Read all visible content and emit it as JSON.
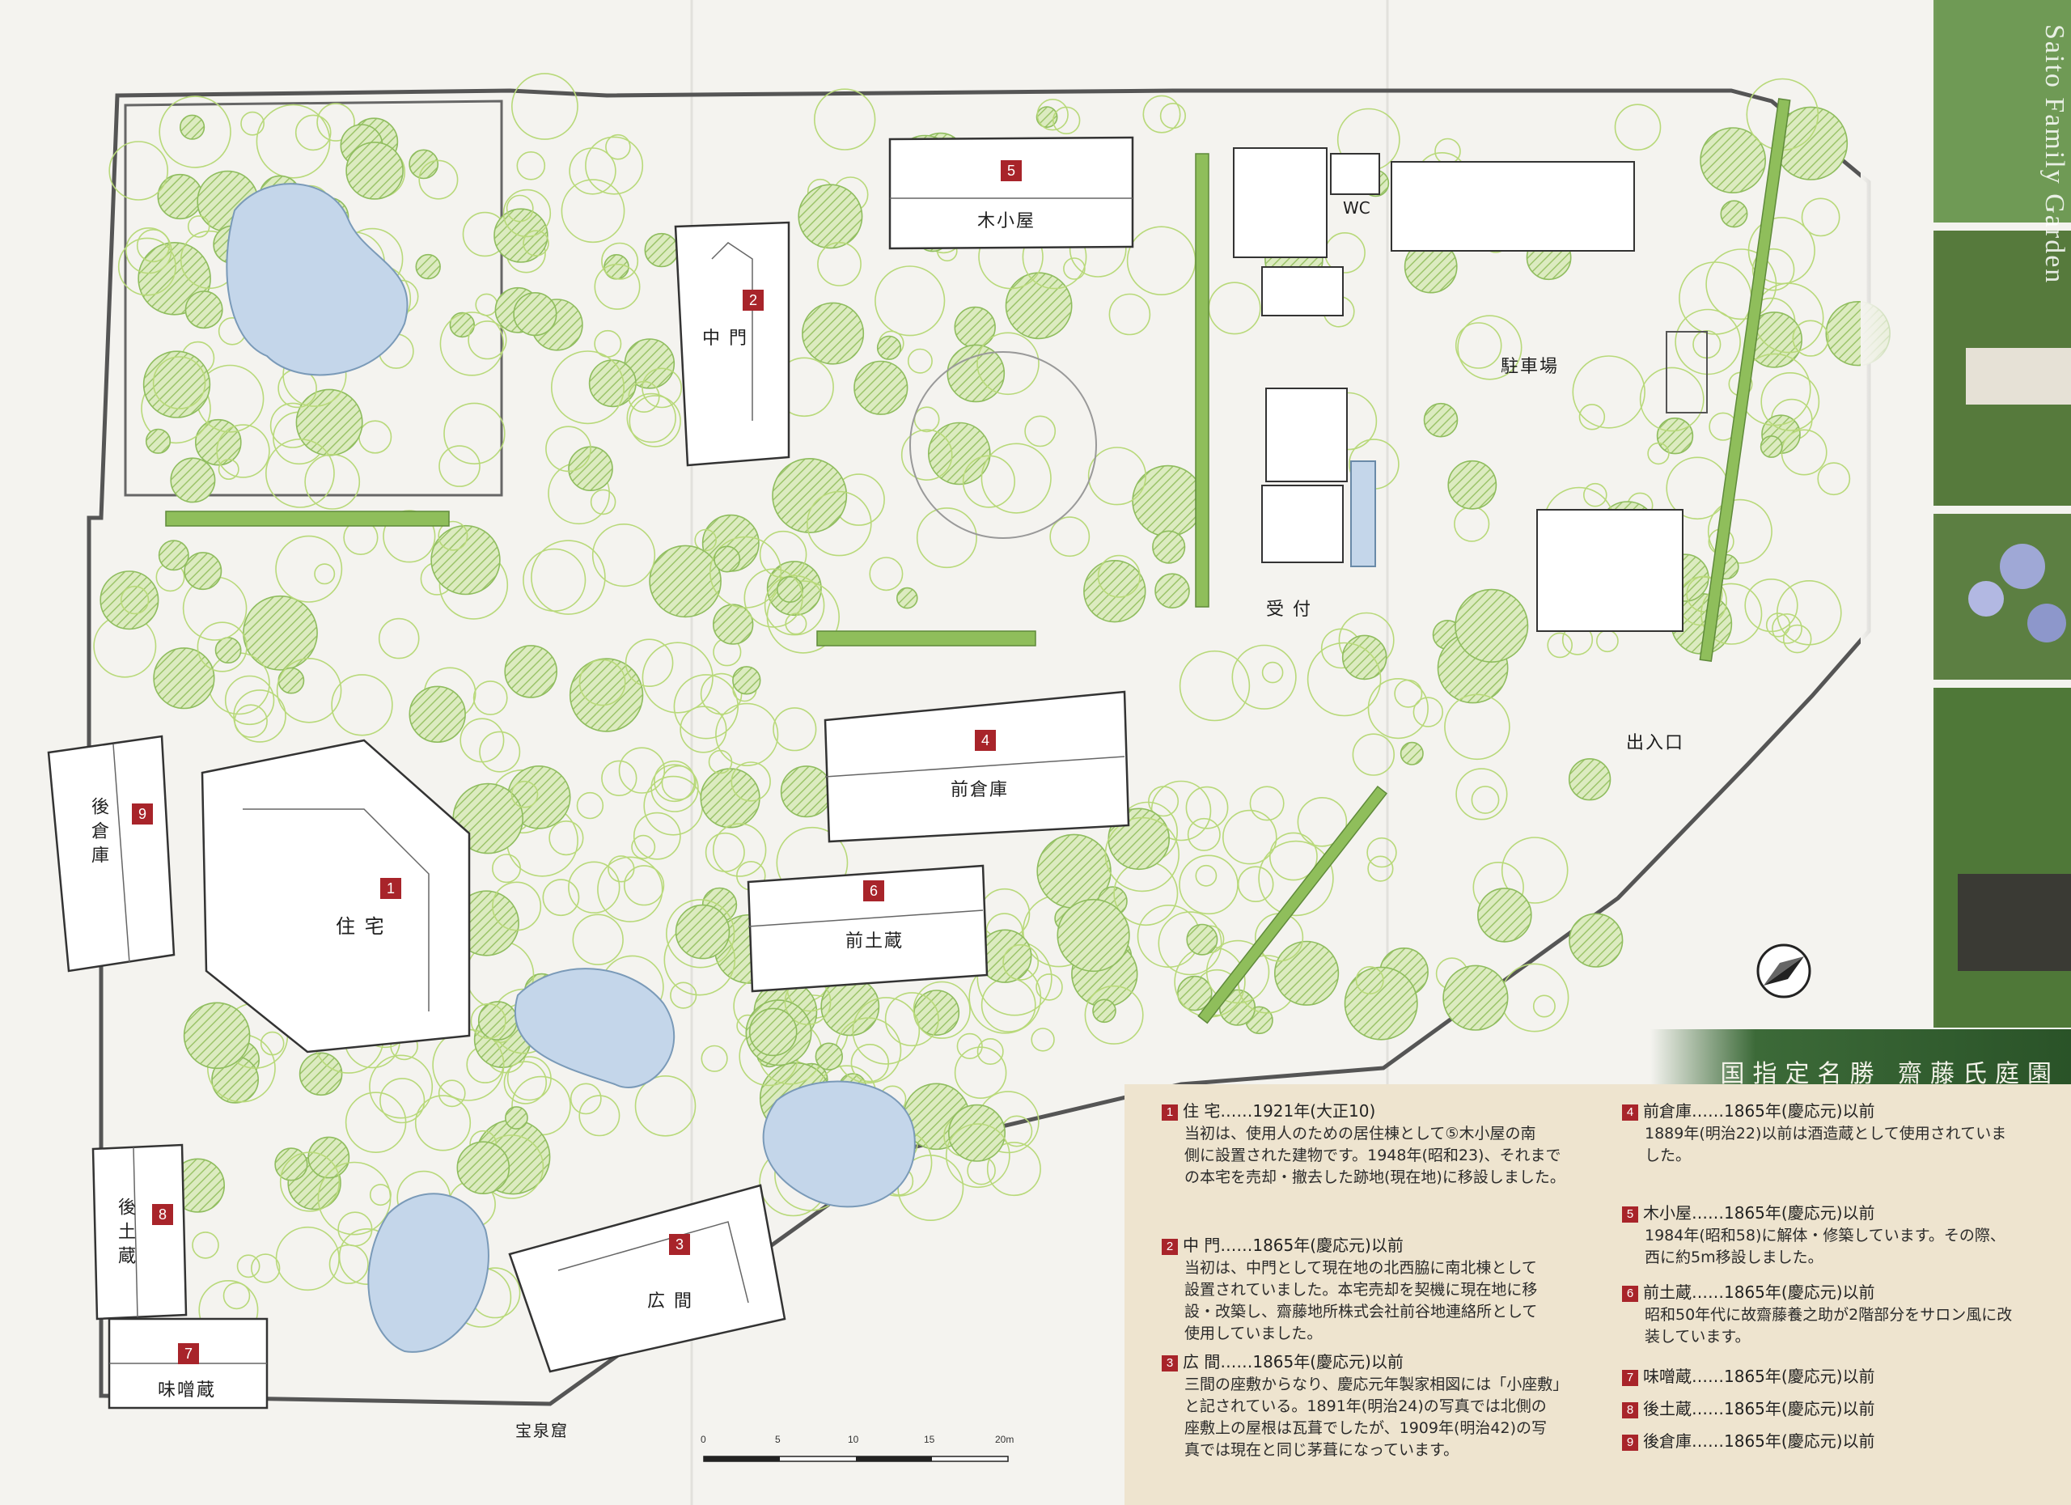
{
  "map": {
    "title_band": "国指定名勝 齋藤氏庭園",
    "side_caption": "Saito Family Garden",
    "palette": {
      "background": "#f4f3ef",
      "tree": "#b8d97a",
      "tree_dense": "#8fbd5e",
      "water": "#c7d8ea",
      "building_line": "#3a3a3a",
      "hedge": "#7fb34e",
      "badge": "#a8242a",
      "panel": "#eee4cf"
    },
    "buildings": [
      {
        "num": "1",
        "name": "住 宅"
      },
      {
        "num": "2",
        "name": "中 門"
      },
      {
        "num": "3",
        "name": "広 間"
      },
      {
        "num": "4",
        "name": "前倉庫"
      },
      {
        "num": "5",
        "name": "木小屋"
      },
      {
        "num": "6",
        "name": "前土蔵"
      },
      {
        "num": "7",
        "name": "味噌蔵"
      },
      {
        "num": "8",
        "name": "後土蔵"
      },
      {
        "num": "9",
        "name": "後倉庫"
      }
    ],
    "place_labels": {
      "wc": "WC",
      "parking": "駐車場",
      "reception": "受 付",
      "entrance": "出入口",
      "cave": "宝泉窟"
    },
    "scale_bar": {
      "ticks": [
        "0",
        "5",
        "10",
        "15",
        "20m"
      ]
    },
    "compass_label": "N"
  },
  "legend": [
    {
      "num": "1",
      "title": "住 宅……1921年(大正10)",
      "lines": [
        "当初は、使用人のための居住棟として⑤木小屋の南",
        "側に設置された建物です。1948年(昭和23)、それまで",
        "の本宅を売却・撤去した跡地(現在地)に移設しました。"
      ]
    },
    {
      "num": "2",
      "title": "中 門……1865年(慶応元)以前",
      "lines": [
        "当初は、中門として現在地の北西脇に南北棟として",
        "設置されていました。本宅売却を契機に現在地に移",
        "設・改築し、齋藤地所株式会社前谷地連絡所として",
        "使用していました。"
      ]
    },
    {
      "num": "3",
      "title": "広 間……1865年(慶応元)以前",
      "lines": [
        "三間の座敷からなり、慶応元年製家相図には「小座敷」",
        "と記されている。1891年(明治24)の写真では北側の",
        "座敷上の屋根は瓦葺でしたが、1909年(明治42)の写",
        "真では現在と同じ茅葺になっています。"
      ]
    },
    {
      "num": "4",
      "title": "前倉庫……1865年(慶応元)以前",
      "lines": [
        "1889年(明治22)以前は酒造蔵として使用されていま",
        "した。"
      ]
    },
    {
      "num": "5",
      "title": "木小屋……1865年(慶応元)以前",
      "lines": [
        "1984年(昭和58)に解体・修築しています。その際、",
        "西に約5m移設しました。"
      ]
    },
    {
      "num": "6",
      "title": "前土蔵……1865年(慶応元)以前",
      "lines": [
        "昭和50年代に故齋藤養之助が2階部分をサロン風に改",
        "装しています。"
      ]
    },
    {
      "num": "7",
      "title": "味噌蔵……1865年(慶応元)以前",
      "lines": []
    },
    {
      "num": "8",
      "title": "後土蔵……1865年(慶応元)以前",
      "lines": []
    },
    {
      "num": "9",
      "title": "後倉庫……1865年(慶応元)以前",
      "lines": []
    }
  ]
}
